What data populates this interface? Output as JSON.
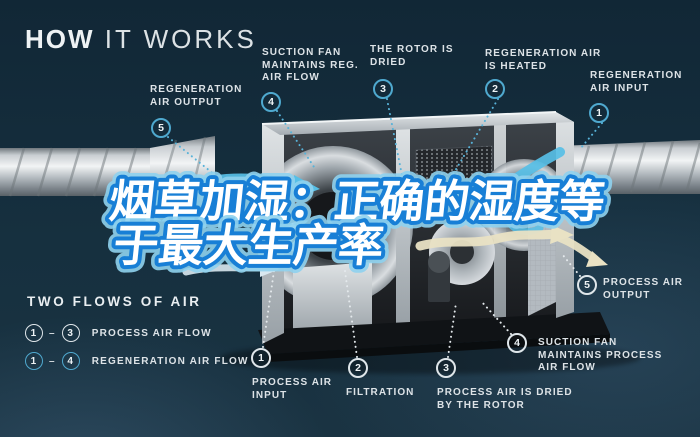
{
  "title": {
    "bold": "HOW",
    "light": " IT WORKS"
  },
  "overlay": {
    "line1": "烟草加湿：正确的湿度等",
    "line2": "于最大生产率"
  },
  "colors": {
    "background": "#16303f",
    "regeneration_accent": "#4fa9cf",
    "process_accent": "#dfe6ea",
    "overlay_stroke": "#187fd6",
    "heater_glow": "#e8923c"
  },
  "legend": {
    "heading": "TWO FLOWS OF AIR",
    "rows": [
      {
        "from": "1",
        "to": "3",
        "label": "PROCESS AIR FLOW",
        "style": "process"
      },
      {
        "from": "1",
        "to": "4",
        "label": "REGENERATION AIR FLOW",
        "style": "regeneration"
      }
    ]
  },
  "callouts": {
    "regeneration": [
      {
        "num": "5",
        "label": "REGENERATION AIR OUTPUT"
      },
      {
        "num": "4",
        "label": "SUCTION FAN MAINTAINS REG. AIR FLOW"
      },
      {
        "num": "3",
        "label": "THE ROTOR IS DRIED"
      },
      {
        "num": "2",
        "label": "REGENERATION AIR IS HEATED"
      },
      {
        "num": "1",
        "label": "REGENERATION AIR INPUT"
      }
    ],
    "process": [
      {
        "num": "1",
        "label": "PROCESS AIR INPUT"
      },
      {
        "num": "2",
        "label": "FILTRATION"
      },
      {
        "num": "3",
        "label": "PROCESS AIR IS DRIED BY THE ROTOR"
      },
      {
        "num": "4",
        "label": "SUCTION FAN MAINTAINS PROCESS AIR FLOW"
      },
      {
        "num": "5",
        "label": "PROCESS AIR OUTPUT"
      }
    ]
  }
}
